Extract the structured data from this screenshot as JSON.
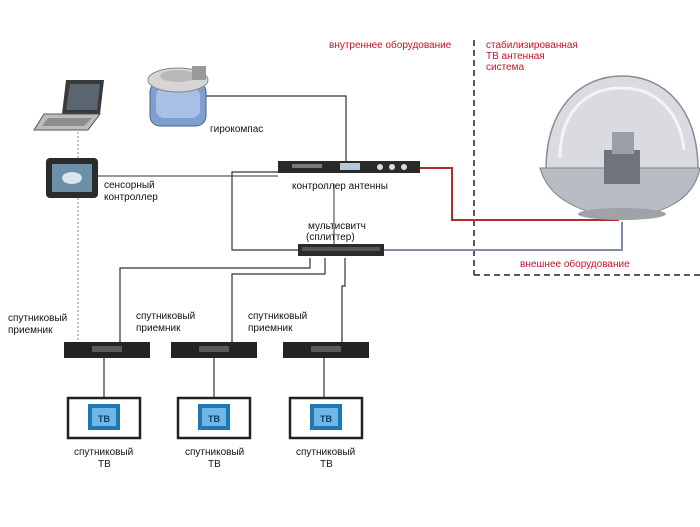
{
  "labels": {
    "indoor": "внутреннее оборудование",
    "stabilized_line1": "стабилизированная",
    "stabilized_line2": "ТВ антенная",
    "stabilized_line3": "система",
    "outdoor": "внешнее оборудование",
    "gyrocompass": "гирокомпас",
    "touch_line1": "сенсорный",
    "touch_line2": "контроллер",
    "antenna_controller": "контроллер антенны",
    "multiswitch_line1": "мультисвитч",
    "multiswitch_line2": "(сплиттер)",
    "receiver_line1": "спутниковый",
    "receiver_line2": "приемник",
    "tv_line1": "спутниковый",
    "tv_line2": "ТВ"
  },
  "tv_logo_text": "ТВ",
  "colors": {
    "accent_red": "#c4122f",
    "cable_red": "#b52a2a",
    "cable_dark": "#333333",
    "cable_blue": "#7d8fb0",
    "tv_screen": "#1f77b4"
  }
}
